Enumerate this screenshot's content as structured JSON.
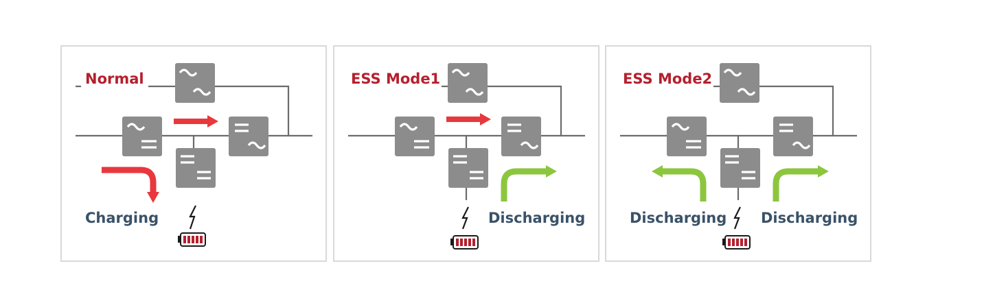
{
  "panels": [
    {
      "title": "Normal",
      "labels": [
        "Charging"
      ]
    },
    {
      "title": "ESS Mode1",
      "labels": [
        "Discharging"
      ]
    },
    {
      "title": "ESS Mode2",
      "labels": [
        "Discharging",
        "Discharging"
      ]
    }
  ],
  "colors": {
    "title": "#b5202e",
    "label": "#3a5268",
    "charge_arrow": "#e8383d",
    "discharge_arrow": "#8cc63f",
    "converter": "#8c8c8c",
    "wire": "#6b6b6b",
    "battery": "#b5202e",
    "border": "#d9d9d9"
  },
  "icons": [
    "ac-dc-converter-icon",
    "dc-ac-converter-icon",
    "ac-ac-converter-icon",
    "dc-dc-converter-icon",
    "lightning-icon",
    "battery-icon"
  ]
}
